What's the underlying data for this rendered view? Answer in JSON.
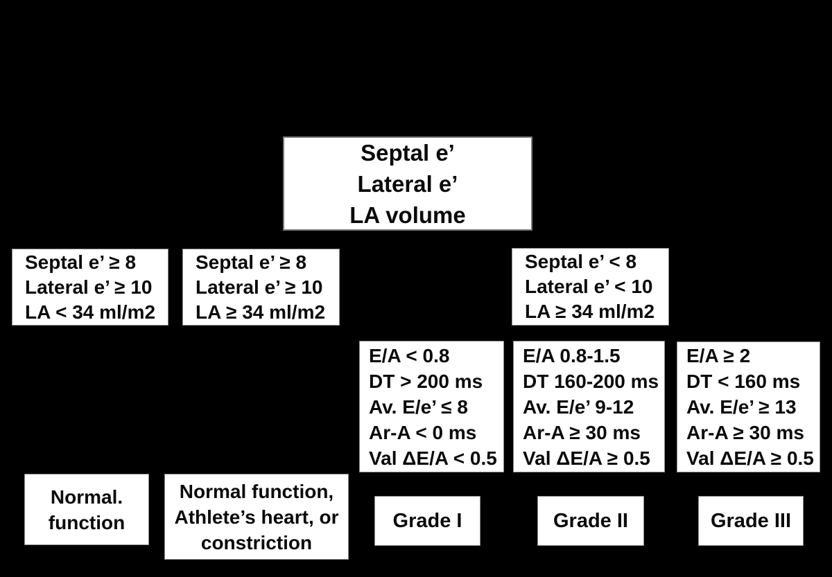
{
  "page": {
    "background_color": "#000000",
    "box_fill_color": "#ffffff",
    "box_border_color": "#8c8c8c",
    "text_color": "#0a0a0a"
  },
  "flowchart": {
    "root": {
      "lines": [
        "Septal e’",
        "Lateral e’",
        "LA volume"
      ]
    },
    "criteria": [
      {
        "lines": [
          "Septal e’ ≥ 8",
          "Lateral e’ ≥ 10",
          "LA < 34 ml/m2"
        ]
      },
      {
        "lines": [
          "Septal e’ ≥ 8",
          "Lateral e’ ≥ 10",
          "LA ≥ 34 ml/m2"
        ]
      },
      {
        "lines": [
          "Septal e’ < 8",
          "Lateral e’ < 10",
          "LA ≥ 34 ml/m2"
        ]
      }
    ],
    "details": [
      {
        "lines": [
          "E/A < 0.8",
          "DT > 200 ms",
          "Av. E/e’ ≤ 8",
          "Ar-A < 0 ms",
          "Val ΔE/A < 0.5"
        ]
      },
      {
        "lines": [
          "E/A 0.8-1.5",
          "DT 160-200 ms",
          "Av. E/e’ 9-12",
          "Ar-A ≥ 30 ms",
          "Val ΔE/A ≥ 0.5"
        ]
      },
      {
        "lines": [
          "E/A ≥ 2",
          "DT < 160 ms",
          "Av. E/e’ ≥ 13",
          "Ar-A ≥ 30 ms",
          "Val ΔE/A ≥ 0.5"
        ]
      }
    ],
    "outcomes": {
      "normal": {
        "lines": [
          "Normal.",
          "function"
        ]
      },
      "athlete": {
        "lines": [
          "Normal function,",
          "Athlete’s heart, or",
          "constriction"
        ]
      },
      "grade1": {
        "label": "Grade I"
      },
      "grade2": {
        "label": "Grade II"
      },
      "grade3": {
        "label": "Grade III"
      }
    }
  }
}
